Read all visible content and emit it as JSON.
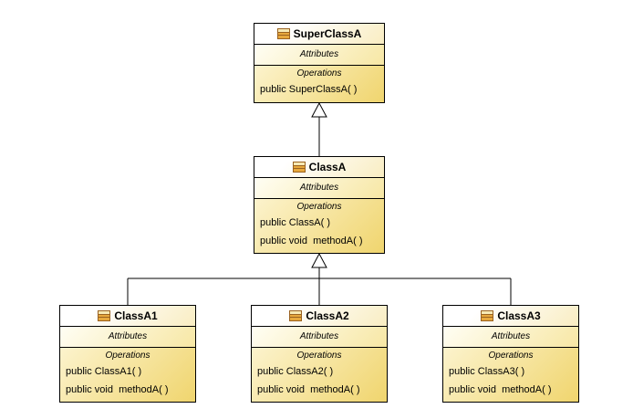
{
  "diagram": {
    "type": "uml-class-diagram",
    "background_color": "#ffffff",
    "line_color": "#000000",
    "compartment_labels": {
      "attributes": "Attributes",
      "operations": "Operations"
    },
    "colors": {
      "box_border": "#000000",
      "title_gradient": [
        "#ffffff",
        "#f9edc2"
      ],
      "attributes_gradient": [
        "#fffef4",
        "#f7e7a4"
      ],
      "operations_gradient": [
        "#fcf3cd",
        "#f0d56e"
      ],
      "class_icon_border": "#9a6220",
      "class_icon_top_stripe": "#f6e9b4",
      "class_icon_stripe": "#e7a83d",
      "arrowhead_fill": "#ffffff"
    }
  },
  "classes": [
    {
      "name": "SuperClassA",
      "attributes": [],
      "operations": [
        "public SuperClassA( )"
      ]
    },
    {
      "name": "ClassA",
      "attributes": [],
      "operations": [
        "public ClassA( )",
        "public void  methodA( )"
      ]
    },
    {
      "name": "ClassA1",
      "attributes": [],
      "operations": [
        "public ClassA1( )",
        "public void  methodA( )"
      ]
    },
    {
      "name": "ClassA2",
      "attributes": [],
      "operations": [
        "public ClassA2( )",
        "public void  methodA( )"
      ]
    },
    {
      "name": "ClassA3",
      "attributes": [],
      "operations": [
        "public ClassA3( )",
        "public void  methodA( )"
      ]
    }
  ],
  "relationships": [
    {
      "type": "generalization",
      "from": "ClassA",
      "to": "SuperClassA"
    },
    {
      "type": "generalization",
      "from": "ClassA1",
      "to": "ClassA"
    },
    {
      "type": "generalization",
      "from": "ClassA2",
      "to": "ClassA"
    },
    {
      "type": "generalization",
      "from": "ClassA3",
      "to": "ClassA"
    }
  ]
}
